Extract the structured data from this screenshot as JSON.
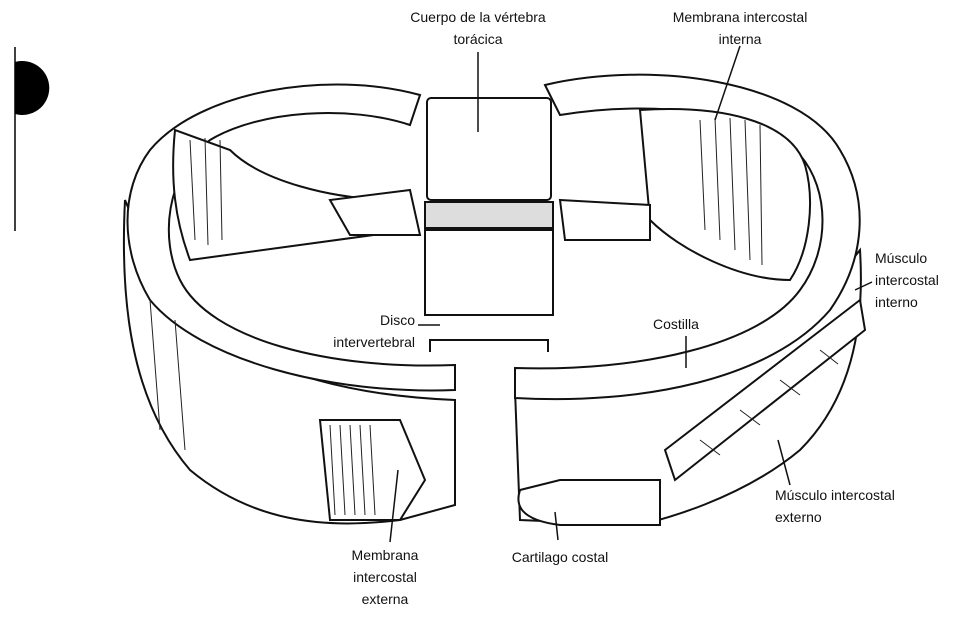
{
  "labels": {
    "vertebra": [
      "Cuerpo de la vértebra",
      "torácica"
    ],
    "internal_membrane": [
      "Membrana intercostal",
      "interna"
    ],
    "internal_muscle": [
      "Músculo",
      "intercostal",
      "interno"
    ],
    "rib": "Costilla",
    "disc": [
      "Disco",
      "intervertebral"
    ],
    "external_muscle": [
      "Músculo intercostal",
      "externo"
    ],
    "cartilage": "Cartilago costal",
    "external_membrane": [
      "Membrana",
      "intercostal",
      "externa"
    ]
  },
  "colors": {
    "ink": "#111111",
    "paper": "#ffffff"
  }
}
